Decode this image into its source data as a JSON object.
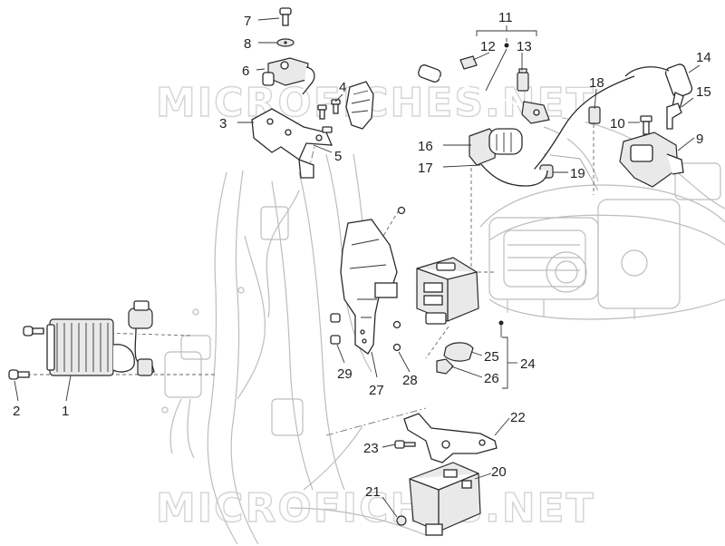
{
  "watermark": {
    "top": "MICROFICHES.NET",
    "bottom": "MICROFICHES.NET"
  },
  "callouts": [
    {
      "id": "1",
      "label": "1"
    },
    {
      "id": "2",
      "label": "2"
    },
    {
      "id": "3",
      "label": "3"
    },
    {
      "id": "4",
      "label": "4"
    },
    {
      "id": "5",
      "label": "5"
    },
    {
      "id": "6",
      "label": "6"
    },
    {
      "id": "7",
      "label": "7"
    },
    {
      "id": "8",
      "label": "8"
    },
    {
      "id": "9",
      "label": "9"
    },
    {
      "id": "10",
      "label": "10"
    },
    {
      "id": "11",
      "label": "11"
    },
    {
      "id": "12",
      "label": "12"
    },
    {
      "id": "13",
      "label": "13"
    },
    {
      "id": "14",
      "label": "14"
    },
    {
      "id": "15",
      "label": "15"
    },
    {
      "id": "16",
      "label": "16"
    },
    {
      "id": "17",
      "label": "17"
    },
    {
      "id": "18",
      "label": "18"
    },
    {
      "id": "19",
      "label": "19"
    },
    {
      "id": "20",
      "label": "20"
    },
    {
      "id": "21",
      "label": "21"
    },
    {
      "id": "22",
      "label": "22"
    },
    {
      "id": "23",
      "label": "23"
    },
    {
      "id": "24",
      "label": "24"
    },
    {
      "id": "25",
      "label": "25"
    },
    {
      "id": "26",
      "label": "26"
    },
    {
      "id": "27",
      "label": "27"
    },
    {
      "id": "28",
      "label": "28"
    },
    {
      "id": "29",
      "label": "29"
    }
  ],
  "colors": {
    "line": "#2a2a2a",
    "ghost": "#bdbdbd",
    "watermark": "#d4d4d4"
  }
}
